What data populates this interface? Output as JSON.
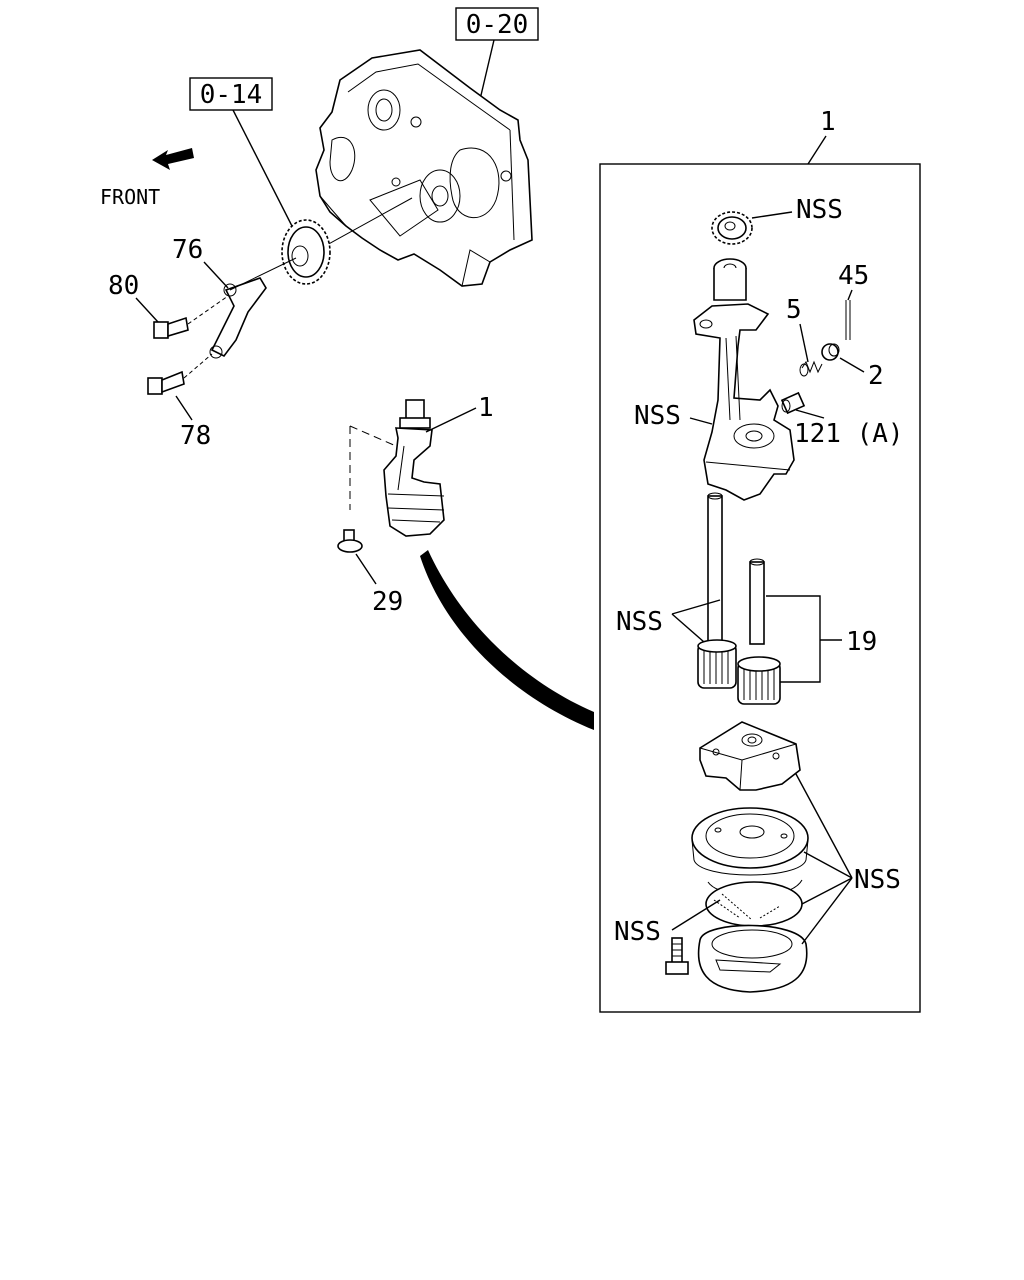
{
  "refs": {
    "ref_top": "0-20",
    "ref_left": "0-14"
  },
  "front_label": "FRONT",
  "callouts": {
    "c76": "76",
    "c80": "80",
    "c78": "78",
    "c1_main": "1",
    "c29": "29",
    "c1_box": "1",
    "nss_top": "NSS",
    "c45": "45",
    "c5": "5",
    "c2": "2",
    "nss_body": "NSS",
    "c121": "121 (A)",
    "nss_gear": "NSS",
    "c19": "19",
    "nss_bottom": "NSS",
    "nss_bolt": "NSS"
  }
}
